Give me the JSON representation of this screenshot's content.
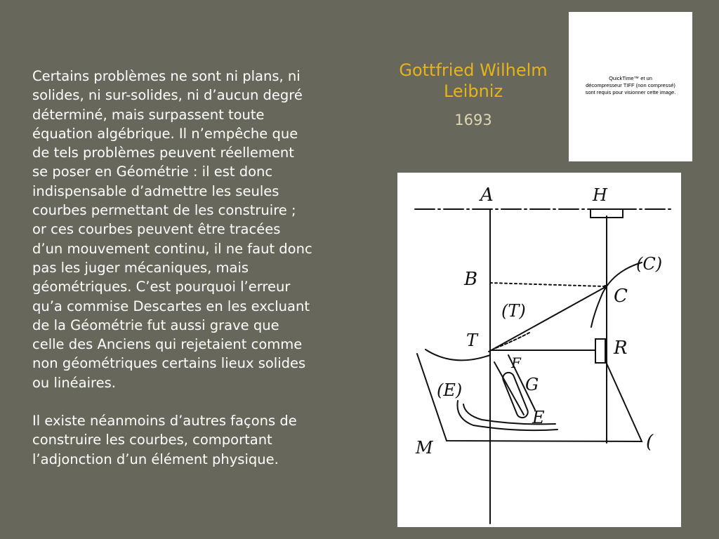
{
  "body": {
    "paragraph_1": "Certains problèmes ne sont ni plans, ni\nsolides, ni sur-solides, ni d’aucun degré\ndéterminé, mais surpassent toute\néquation algébrique. Il n’empêche que\nde tels problèmes peuvent réellement\nse poser en Géométrie : il est donc\nindispensable d’admettre les seules\ncourbes permettant de les construire ;\nor ces courbes peuvent être tracées\nd’un mouvement continu, il ne faut donc\npas les juger mécaniques, mais\ngéométriques. C’est pourquoi l’erreur\nqu’a commise Descartes en les excluant\nde la Géométrie fut aussi grave que\ncelle des Anciens qui rejetaient comme\nnon géométriques certains lieux solides\nou linéaires.",
    "paragraph_2": "Il existe néanmoins d’autres façons de\nconstruire les courbes, comportant\nl’adjonction d’un élément physique."
  },
  "title": {
    "name_line_1": "Gottfried Wilhelm",
    "name_line_2": "Leibniz",
    "year": "1693"
  },
  "image_placeholder": {
    "text": "QuickTime™ et un\ndécompresseur TIFF (non compressé)\nsont requis pour visionner cette image."
  },
  "diagram": {
    "labels": {
      "A": "A",
      "H": "H",
      "C_curve": "(C)",
      "C": "C",
      "B": "B",
      "T_curve": "(T)",
      "T": "T",
      "R": "R",
      "F": "F",
      "G": "G",
      "E_curve": "(E)",
      "E": "E",
      "M": "M",
      "L": "("
    }
  },
  "colors": {
    "background": "#67685b",
    "title": "#e7b21c",
    "year": "#ddd6b4",
    "text": "#ffffff"
  }
}
